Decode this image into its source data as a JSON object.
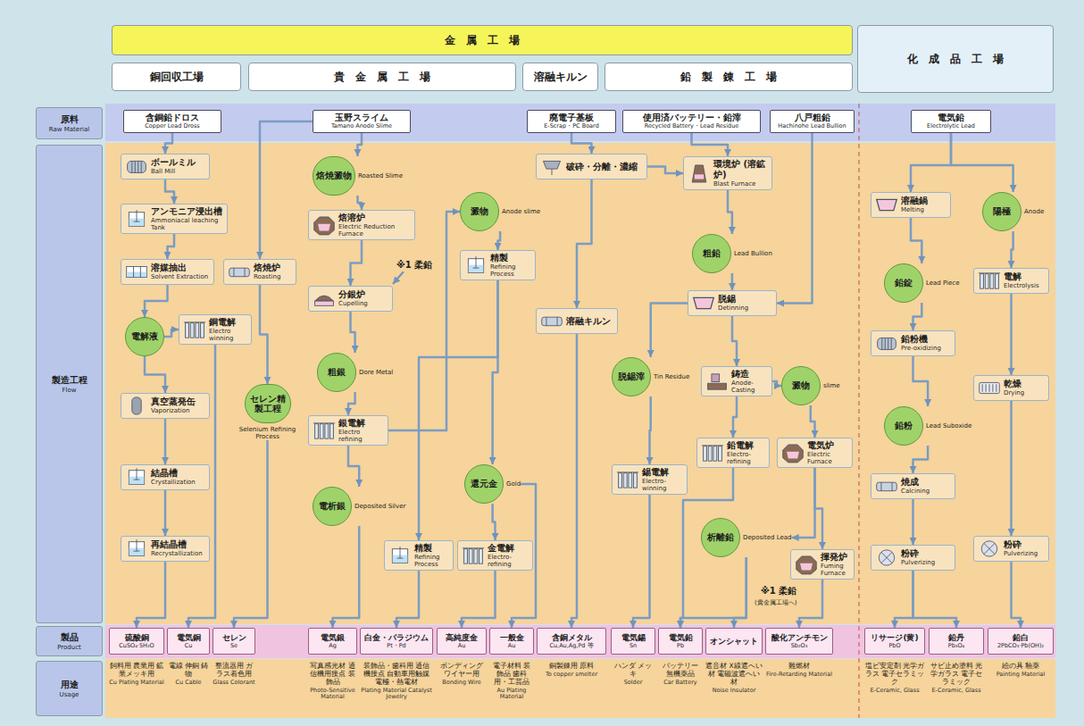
{
  "diagram": {
    "nodes": [
      {
        "text": [
          "金　属　工　場"
        ]
      },
      {
        "text": [
          "化　成　品　工　場"
        ]
      },
      {
        "text": [
          "銅回収工場"
        ]
      },
      {
        "text": [
          "貴　金　属　工　場"
        ]
      },
      {
        "text": [
          "溶融キルン"
        ]
      },
      {
        "text": [
          "鉛　製　錬　工　場"
        ]
      },
      {
        "text": [
          "原料",
          "Raw Material"
        ]
      },
      {
        "text": [
          "製造工程",
          "Flow"
        ]
      },
      {
        "text": [
          "製品",
          "Product"
        ]
      },
      {
        "text": [
          "用途",
          "Usage"
        ]
      },
      {
        "text": [
          "含銅鉛ドロス",
          "Copper Lead Dross"
        ]
      },
      {
        "text": [
          "玉野スライム",
          "Tamano Anode Slime"
        ]
      },
      {
        "text": [
          "廃電子基板",
          "E-Scrap・PC Board"
        ]
      },
      {
        "text": [
          "使用済バッテリー・鉛滓",
          "Recycled Battery・Lead Residue"
        ]
      },
      {
        "text": [
          "八戸粗鉛",
          "Hachinohe Lead Bullion"
        ]
      },
      {
        "text": [
          "電気鉛",
          "Electrolytic Lead"
        ]
      },
      {
        "text": [
          "ボールミル",
          "Ball Mill"
        ]
      },
      {
        "text": [
          "アンモニア浸出槽",
          "Ammoniacal leaching Tank"
        ]
      },
      {
        "text": [
          "溶媒抽出",
          "Solvent Extraction"
        ]
      },
      {
        "text": [
          "焙焼炉",
          "Roasting"
        ]
      },
      {
        "text": [
          "電解液"
        ]
      },
      {
        "text": [
          "銅電解",
          "Electro winning"
        ]
      },
      {
        "text": [
          "真空蒸発缶",
          "Vaporization"
        ]
      },
      {
        "text": [
          "セレン精製工程",
          "Selenium Refining Process"
        ]
      },
      {
        "text": [
          "結晶槽",
          "Crystallization"
        ]
      },
      {
        "text": [
          "再結晶槽",
          "Recrystallization"
        ]
      },
      {
        "text": [
          "焙焼澱物",
          "Roasted Slime"
        ]
      },
      {
        "text": [
          "焙溶炉",
          "Electric Reduction Furnace"
        ]
      },
      {
        "text": [
          "分銀炉",
          "Cupelling"
        ]
      },
      {
        "text": [
          "粗銀",
          "Dore Metal"
        ]
      },
      {
        "text": [
          "銀電解",
          "Electro refining"
        ]
      },
      {
        "text": [
          "電析銀",
          "Deposited Silver"
        ]
      },
      {
        "text": [
          "澱物",
          "Anode slime"
        ]
      },
      {
        "text": [
          "精製",
          "Refining Process"
        ]
      },
      {
        "text": [
          "精製",
          "Refining Process"
        ]
      },
      {
        "text": [
          "還元金",
          "Gold"
        ]
      },
      {
        "text": [
          "金電解",
          "Electro-refining"
        ]
      },
      {
        "text": [
          "破砕・分離・濃縮"
        ]
      },
      {
        "text": [
          "溶融キルン"
        ]
      },
      {
        "text": [
          "環境炉 (溶鉱炉)",
          "Blast Furnace"
        ]
      },
      {
        "text": [
          "粗鉛",
          "Lead Bullion"
        ]
      },
      {
        "text": [
          "脱錫",
          "Detinning"
        ]
      },
      {
        "text": [
          "脱錫滓",
          "Tin Residue"
        ]
      },
      {
        "text": [
          "鋳造",
          "Anode-Casting"
        ]
      },
      {
        "text": [
          "澱物",
          "slime"
        ]
      },
      {
        "text": [
          "錫電解",
          "Electro-winning"
        ]
      },
      {
        "text": [
          "鉛電解",
          "Electro-refining"
        ]
      },
      {
        "text": [
          "電気炉",
          "Electric Furnace"
        ]
      },
      {
        "text": [
          "析離鉛",
          "Deposited Lead"
        ]
      },
      {
        "text": [
          "揮発炉",
          "Fuming Furnace"
        ]
      },
      {
        "text": [
          "溶融鍋",
          "Melting"
        ]
      },
      {
        "text": [
          "陽極",
          "Anode"
        ]
      },
      {
        "text": [
          "鉛錠",
          "Lead Piece"
        ]
      },
      {
        "text": [
          "鉛粉機",
          "Pre-oxidizing"
        ]
      },
      {
        "text": [
          "電解",
          "Electrolysis"
        ]
      },
      {
        "text": [
          "鉛粉",
          "Lead Suboxide"
        ]
      },
      {
        "text": [
          "乾燥",
          "Drying"
        ]
      },
      {
        "text": [
          "焼成",
          "Calcining"
        ]
      },
      {
        "text": [
          "粉砕",
          "Pulverizing"
        ]
      },
      {
        "text": [
          "粉砕",
          "Pulverizing"
        ]
      },
      {
        "text": [
          "硫酸銅",
          "CuSO₄·5H₂O"
        ]
      },
      {
        "text": [
          "電気銅",
          "Cu"
        ]
      },
      {
        "text": [
          "セレン",
          "Se"
        ]
      },
      {
        "text": [
          "電気銀",
          "Ag"
        ]
      },
      {
        "text": [
          "白金・パラジウム",
          "Pt・Pd"
        ]
      },
      {
        "text": [
          "高純度金",
          "Au"
        ]
      },
      {
        "text": [
          "一般金",
          "Au"
        ]
      },
      {
        "text": [
          "含銅メタル",
          "Cu,Au,Ag,Pd 等"
        ]
      },
      {
        "text": [
          "電気錫",
          "Sn"
        ]
      },
      {
        "text": [
          "電気鉛",
          "Pb"
        ]
      },
      {
        "text": [
          "オンシャット"
        ]
      },
      {
        "text": [
          "酸化アンチモン",
          "Sb₂O₃"
        ]
      },
      {
        "text": [
          "リサージ(黄)",
          "PbO"
        ]
      },
      {
        "text": [
          "鉛丹",
          "Pb₃O₄"
        ]
      },
      {
        "text": [
          "鉛白",
          "2PbCO₃·Pb(OH)₂"
        ]
      }
    ],
    "edges": [
      {
        "from": 10,
        "to": 16,
        "arrow": "to"
      },
      {
        "from": 16,
        "to": 17,
        "arrow": "to"
      },
      {
        "from": 17,
        "to": 18,
        "arrow": "to"
      },
      {
        "from": 18,
        "to": 20,
        "arrow": "to"
      },
      {
        "from": 20,
        "to": 21,
        "arrow": "to"
      },
      {
        "from": 21,
        "to": 61,
        "arrow": "to"
      },
      {
        "from": 20,
        "to": 22,
        "arrow": "to"
      },
      {
        "from": 22,
        "to": 24,
        "arrow": "to"
      },
      {
        "from": 24,
        "to": 25,
        "arrow": "to"
      },
      {
        "from": 25,
        "to": 60,
        "arrow": "to"
      },
      {
        "from": 11,
        "to": 19,
        "arrow": "to"
      },
      {
        "from": 19,
        "to": 23,
        "arrow": "to"
      },
      {
        "from": 23,
        "to": 62,
        "arrow": "to"
      },
      {
        "from": 11,
        "to": 26,
        "arrow": "to"
      },
      {
        "from": 26,
        "to": 27,
        "arrow": "to"
      },
      {
        "from": 27,
        "to": 28,
        "arrow": "to"
      },
      {
        "from": 28,
        "to": 29,
        "arrow": "to"
      },
      {
        "from": 29,
        "to": 30,
        "arrow": "to"
      },
      {
        "from": 30,
        "to": 31,
        "arrow": "to"
      },
      {
        "from": 31,
        "to": 63,
        "arrow": "to"
      },
      {
        "from": 30,
        "to": 32,
        "arrow": "to"
      },
      {
        "from": 32,
        "to": 33,
        "arrow": "to"
      },
      {
        "from": 33,
        "to": 34,
        "arrow": "to"
      },
      {
        "from": 33,
        "to": 35,
        "arrow": "to"
      },
      {
        "from": 35,
        "to": 36,
        "arrow": "to"
      },
      {
        "from": 36,
        "to": 65,
        "arrow": "to"
      },
      {
        "from": 35,
        "to": 66,
        "arrow": "to"
      },
      {
        "from": 34,
        "to": 64,
        "arrow": "to"
      },
      {
        "from": 12,
        "to": 37,
        "arrow": "to"
      },
      {
        "from": 37,
        "to": 38,
        "arrow": "to"
      },
      {
        "from": 37,
        "to": 39,
        "arrow": "to"
      },
      {
        "from": 38,
        "to": 67,
        "arrow": "to"
      },
      {
        "from": 13,
        "to": 39,
        "arrow": "to"
      },
      {
        "from": 39,
        "to": 40,
        "arrow": "to"
      },
      {
        "from": 40,
        "to": 41,
        "arrow": "to"
      },
      {
        "from": 14,
        "to": 41,
        "arrow": "to"
      },
      {
        "from": 41,
        "to": 42,
        "arrow": "to"
      },
      {
        "from": 41,
        "to": 43,
        "arrow": "to"
      },
      {
        "from": 43,
        "to": 44,
        "arrow": "to"
      },
      {
        "from": 42,
        "to": 45,
        "arrow": "to"
      },
      {
        "from": 43,
        "to": 46,
        "arrow": "to"
      },
      {
        "from": 44,
        "to": 47,
        "arrow": "to"
      },
      {
        "from": 47,
        "to": 48,
        "arrow": "to"
      },
      {
        "from": 47,
        "to": 49,
        "arrow": "to"
      },
      {
        "from": 49,
        "to": 71,
        "arrow": "to"
      },
      {
        "from": 45,
        "to": 68,
        "arrow": "to"
      },
      {
        "from": 46,
        "to": 69,
        "arrow": "to"
      },
      {
        "from": 48,
        "to": 69,
        "arrow": "to"
      },
      {
        "from": 48,
        "to": 70,
        "arrow": "to"
      },
      {
        "from": 15,
        "to": 50,
        "arrow": "to"
      },
      {
        "from": 15,
        "to": 51,
        "arrow": "to"
      },
      {
        "from": 50,
        "to": 52,
        "arrow": "to"
      },
      {
        "from": 52,
        "to": 53,
        "arrow": "to"
      },
      {
        "from": 53,
        "to": 55,
        "arrow": "to"
      },
      {
        "from": 55,
        "to": 57,
        "arrow": "to"
      },
      {
        "from": 57,
        "to": 58,
        "arrow": "to"
      },
      {
        "from": 58,
        "to": 72,
        "arrow": "to"
      },
      {
        "from": 58,
        "to": 73,
        "arrow": "to"
      },
      {
        "from": 51,
        "to": 54,
        "arrow": "to"
      },
      {
        "from": 54,
        "to": 56,
        "arrow": "to"
      },
      {
        "from": 56,
        "to": 59,
        "arrow": "to"
      },
      {
        "from": 59,
        "to": 74,
        "arrow": "to"
      }
    ],
    "labels": [
      "※1 柔鉛",
      "※1 柔鉛",
      "(貴金属工場へ)",
      "飼料用 農業用 鉱業メッキ用",
      "Cu Plating Material",
      "電線 伸銅 鋳物",
      "Cu Cable",
      "整流器用 ガラス着色用",
      "Glass Colorant",
      "写真感光材 通信機用接点 装飾品",
      "Photo-Sensitive Material",
      "装飾品・歯科用 通信機接点 自動車用触媒 電極・熱電材",
      "Plating Material Catalyst Jewelry",
      "ボンディング ワイヤー用",
      "Bonding Wire",
      "電子材料 装飾品 歯科用・工芸品",
      "Au Plating Material",
      "銅製錬用 原料",
      "To copper smelter",
      "ハンダ メッキ",
      "Solder",
      "バッテリー 無機薬品",
      "Car Battery",
      "遮音材 X線遮へい材 電磁波遮へい材",
      "Noise Insulator",
      "難燃材",
      "Fire-Retarding Material",
      "塩ビ安定剤 光学ガラス 電子セラミック",
      "E-Ceramic, Glass",
      "サビ止め塗料 光学ガラス 電子セラミック",
      "E-Ceramic, Glass",
      "絵の具 釉薬",
      "Painting Material"
    ]
  }
}
